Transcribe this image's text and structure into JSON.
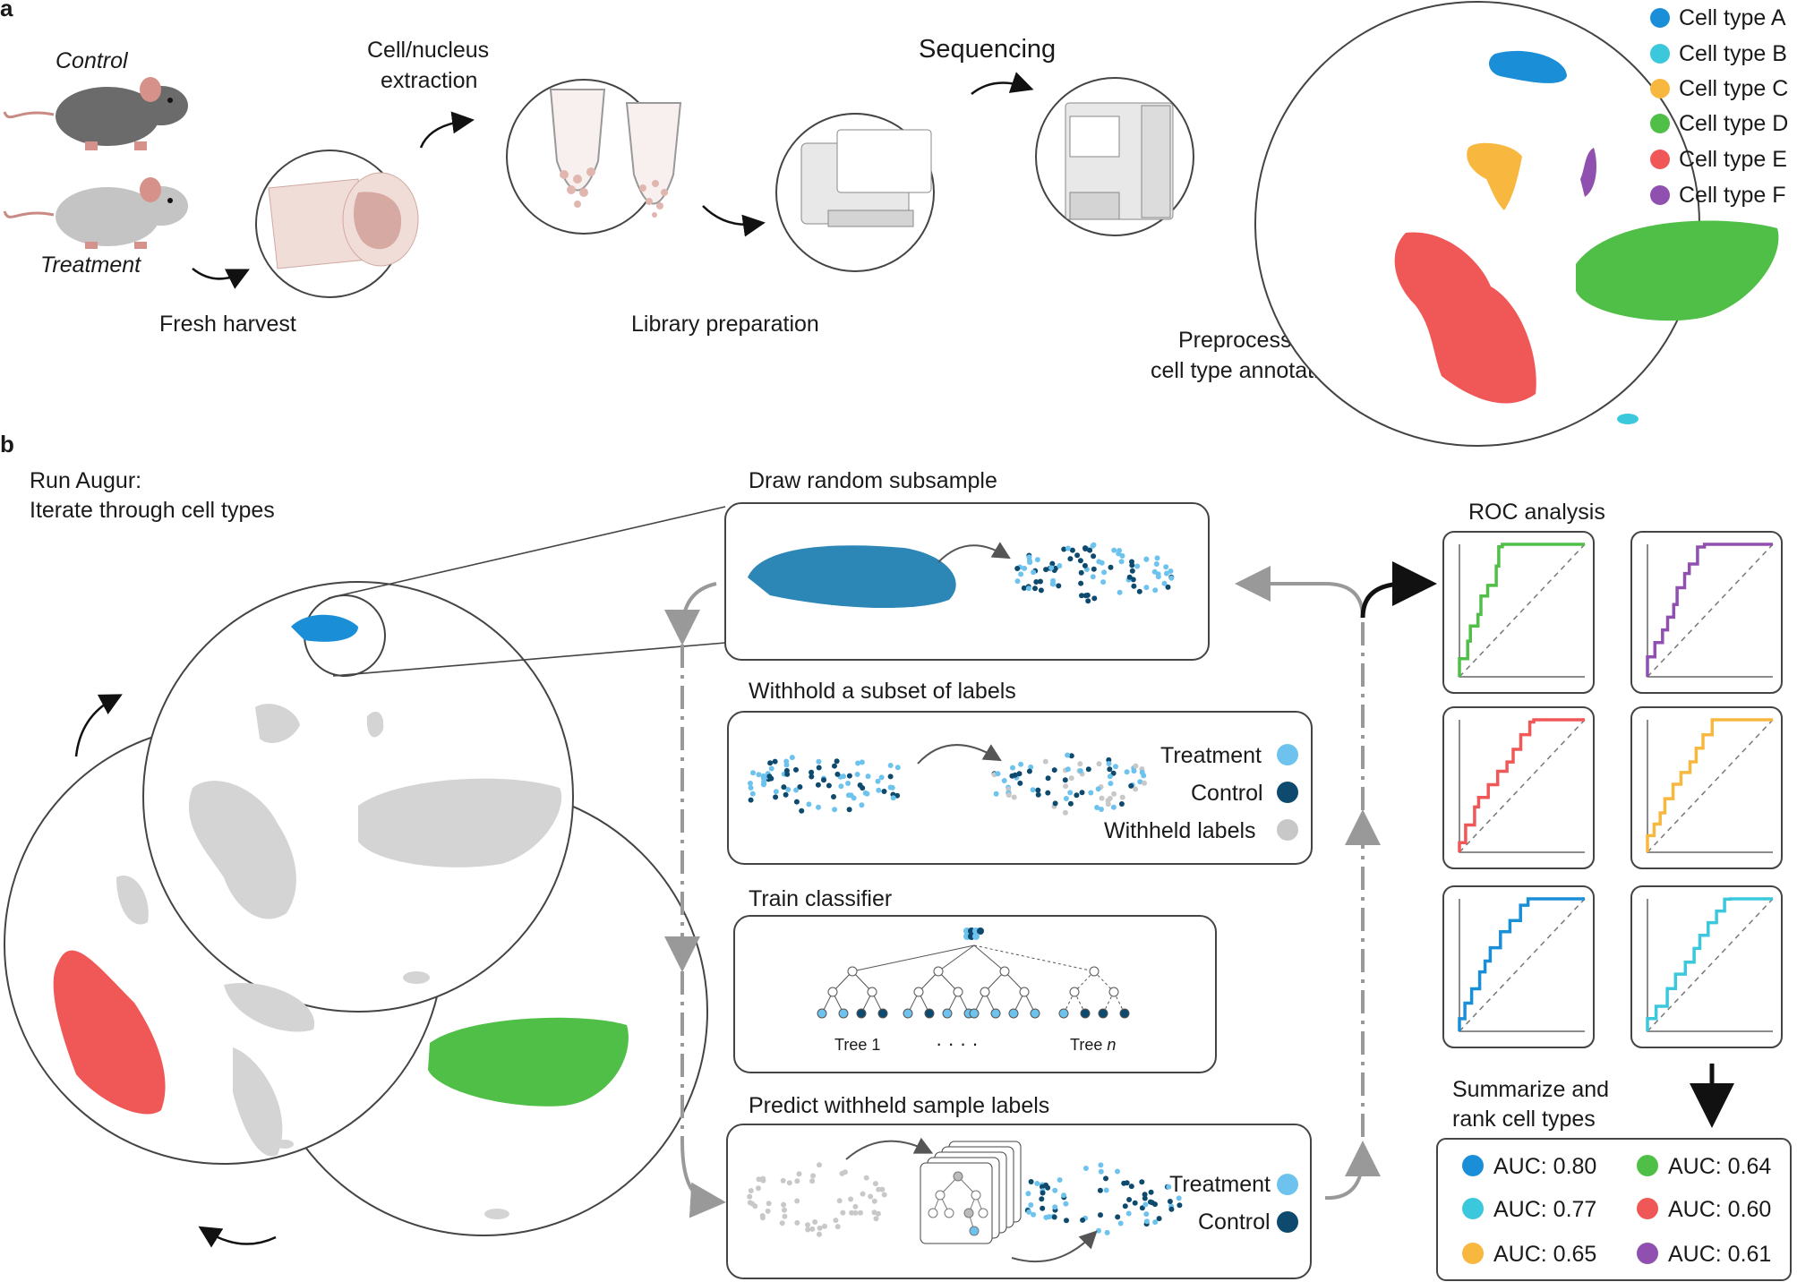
{
  "panel_a": {
    "letter": "a",
    "control": "Control",
    "treatment": "Treatment",
    "fresh_harvest": "Fresh harvest",
    "extraction_line1": "Cell/nucleus",
    "extraction_line2": "extraction",
    "library_preparation": "Library preparation",
    "sequencing": "Sequencing",
    "preprocessing_line1": "Preprocessing",
    "preprocessing_line2": "cell type annotation",
    "legend": [
      {
        "label": "Cell type A",
        "color": "#1a8fd8"
      },
      {
        "label": "Cell type B",
        "color": "#3cc8dc"
      },
      {
        "label": "Cell type C",
        "color": "#f8b840"
      },
      {
        "label": "Cell type D",
        "color": "#50bf48"
      },
      {
        "label": "Cell type E",
        "color": "#f05858"
      },
      {
        "label": "Cell type F",
        "color": "#9050b0"
      }
    ]
  },
  "panel_b": {
    "letter": "b",
    "run_line1": "Run Augur:",
    "run_line2": "Iterate through cell types",
    "step1": "Draw random subsample",
    "step2": "Withhold a subset of labels",
    "step3": "Train classifier",
    "step4": "Predict withheld sample labels",
    "legend_treatment": "Treatment",
    "legend_control": "Control",
    "legend_withheld": "Withheld labels",
    "tree1": "Tree 1",
    "tree_n_prefix": "Tree ",
    "tree_n_italic": "n",
    "roc_title": "ROC analysis",
    "summary_line1": "Summarize and",
    "summary_line2": "rank cell types",
    "colors": {
      "treatment": "#6ec3ee",
      "control": "#0d4a6e",
      "withheld": "#c8c8c8"
    },
    "auc": [
      {
        "label": "AUC: 0.80",
        "color": "#1a8fd8"
      },
      {
        "label": "AUC: 0.64",
        "color": "#50bf48"
      },
      {
        "label": "AUC: 0.77",
        "color": "#3cc8dc"
      },
      {
        "label": "AUC: 0.60",
        "color": "#f05858"
      },
      {
        "label": "AUC: 0.65",
        "color": "#f8b840"
      },
      {
        "label": "AUC: 0.61",
        "color": "#9050b0"
      }
    ]
  }
}
